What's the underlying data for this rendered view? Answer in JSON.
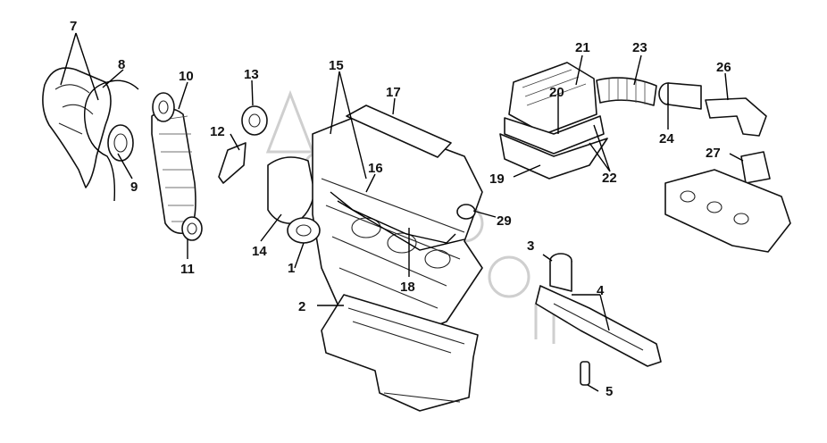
{
  "diagram": {
    "callouts": [
      "1",
      "2",
      "3",
      "4",
      "5",
      "7",
      "8",
      "9",
      "10",
      "11",
      "12",
      "13",
      "14",
      "15",
      "16",
      "17",
      "18",
      "19",
      "20",
      "21",
      "22",
      "23",
      "24",
      "26",
      "27",
      "29"
    ]
  },
  "colors": {
    "line": "#111111",
    "background": "#ffffff",
    "watermark": "#cfcfcf"
  }
}
